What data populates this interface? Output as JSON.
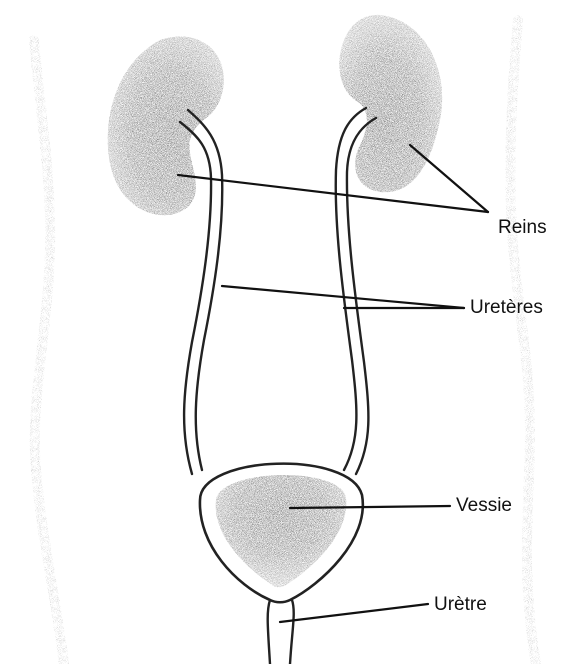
{
  "labels": {
    "kidneys": "Reins",
    "ureters": "Uretères",
    "bladder": "Vessie",
    "urethra": "Urètre"
  },
  "colors": {
    "ink": "#111111",
    "organ_shade": "#2a2a2a",
    "organ_mid": "#6b6b6b",
    "body_outline": "#9a9a9a",
    "background": "#ffffff"
  }
}
